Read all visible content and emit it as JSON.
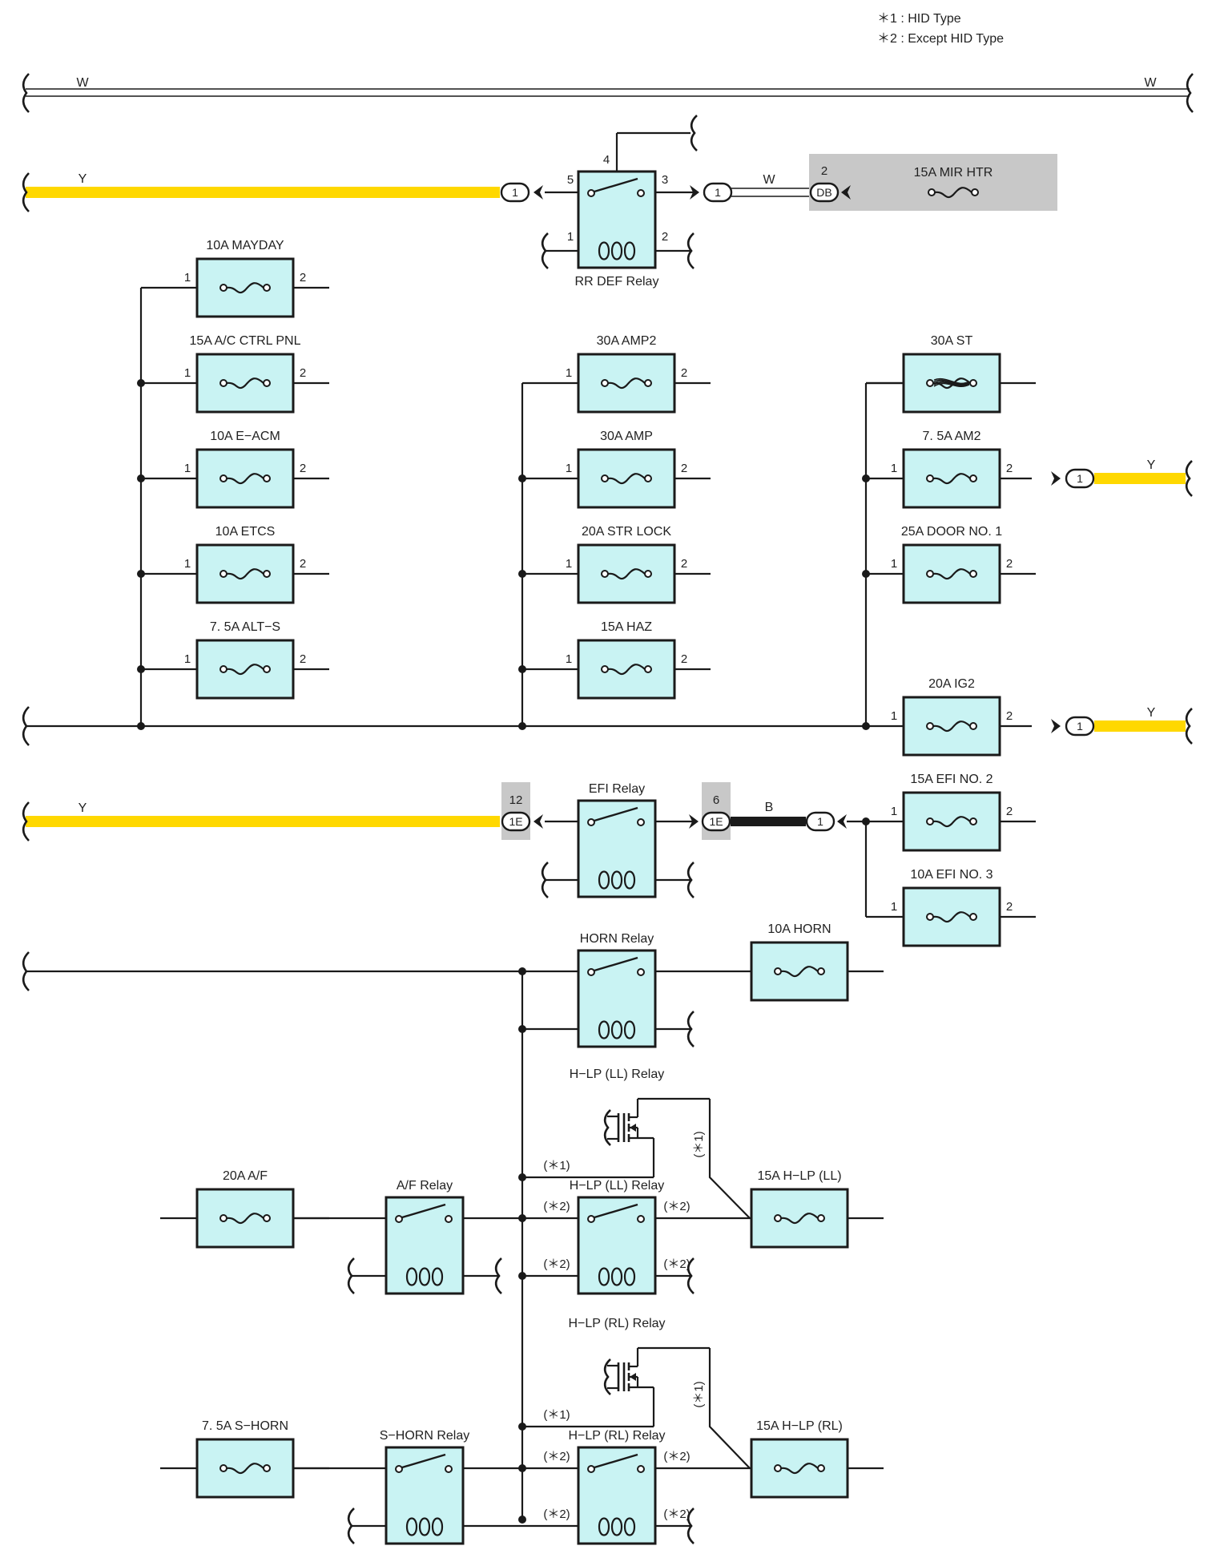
{
  "legend": [
    "＊1 : HID Type",
    "＊2 : Except HID Type"
  ],
  "colors": {
    "yellow_wire": "#ffd800",
    "box_fill": "#c9f3f3",
    "gray_box": "#c8c8c8",
    "line": "#1a1a1a"
  },
  "wires": {
    "w": "W",
    "y": "Y",
    "b": "B"
  },
  "notes": {
    "hid": "(＊1)",
    "except": "(＊2)"
  },
  "pins": {
    "p1": "1",
    "p2": "2",
    "p3": "3",
    "p4": "4",
    "p5": "5",
    "p6": "6",
    "p12": "12"
  },
  "connectors": {
    "j1": "1",
    "db": "DB",
    "e1": "1E"
  },
  "fuses": {
    "mayday": "10A MAYDAY",
    "ac_ctrl_pnl": "15A A/C CTRL PNL",
    "e_acm": "10A E−ACM",
    "etcs": "10A ETCS",
    "alt_s": "7. 5A ALT−S",
    "amp2": "30A AMP2",
    "amp": "30A AMP",
    "str_lock": "20A STR LOCK",
    "haz": "15A HAZ",
    "st": "30A ST",
    "am2": "7. 5A AM2",
    "door_no1": "25A DOOR NO. 1",
    "ig2": "20A IG2",
    "efi_no2": "15A EFI NO. 2",
    "efi_no3": "10A EFI NO. 3",
    "horn": "10A HORN",
    "af": "20A A/F",
    "hlp_ll": "15A H−LP (LL)",
    "s_horn": "7. 5A S−HORN",
    "hlp_rl": "15A H−LP (RL)",
    "mir_htr": "15A MIR HTR"
  },
  "relays": {
    "rr_def": "RR DEF Relay",
    "efi": "EFI Relay",
    "horn": "HORN Relay",
    "hlp_ll": "H−LP (LL) Relay",
    "af": "A/F Relay",
    "hlp_rl": "H−LP (RL) Relay",
    "s_horn": "S−HORN Relay"
  }
}
